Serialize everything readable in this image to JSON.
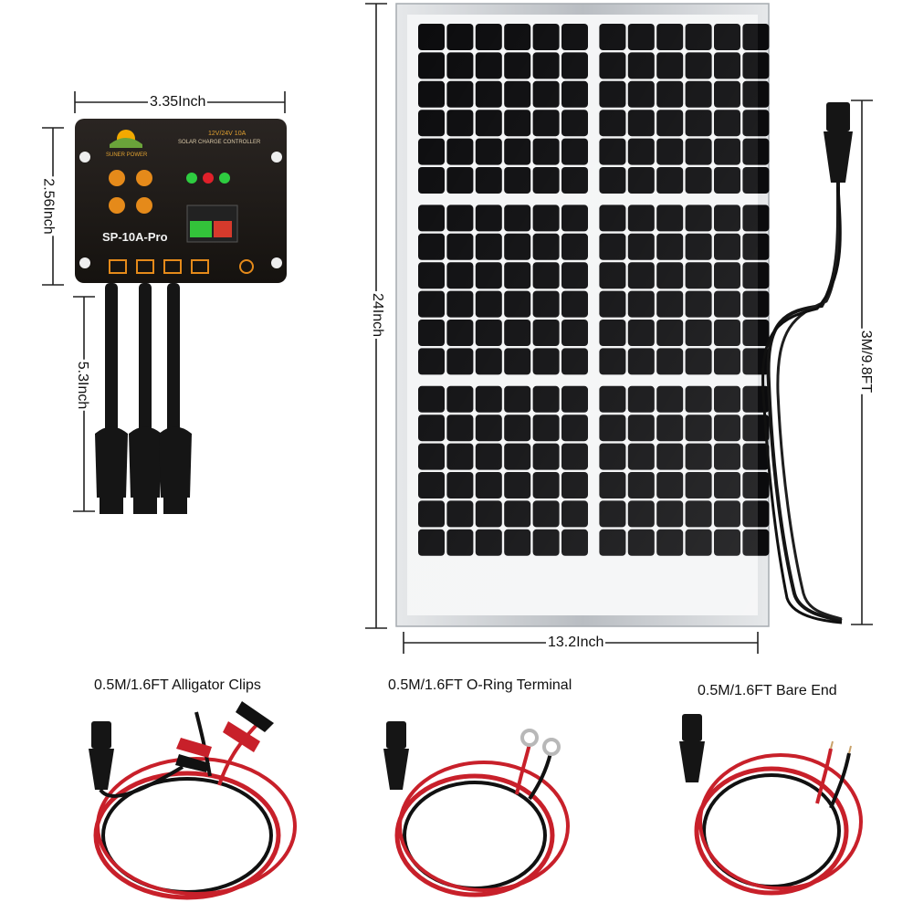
{
  "controller": {
    "model": "SP-10A-Pro",
    "brand": "SUNER POWER",
    "rating": "12V/24V 10A",
    "subtitle": "SOLAR CHARGE CONTROLLER"
  },
  "dimensions": {
    "controller_width": "3.35Inch",
    "controller_height": "2.56Inch",
    "cable_length": "5.3Inch",
    "panel_height": "24Inch",
    "panel_width": "13.2Inch",
    "extension_cable": "3M/9.8FT"
  },
  "accessories": [
    {
      "label": "0.5M/1.6FT Alligator Clips"
    },
    {
      "label": "0.5M/1.6FT O-Ring Terminal"
    },
    {
      "label": "0.5M/1.6FT Bare End"
    }
  ],
  "colors": {
    "controller_body": "#1e1a17",
    "panel_cell": "#0b0b0d",
    "cable_red": "#c8202a",
    "cable_black": "#111111",
    "frame": "#c9ccd0"
  }
}
